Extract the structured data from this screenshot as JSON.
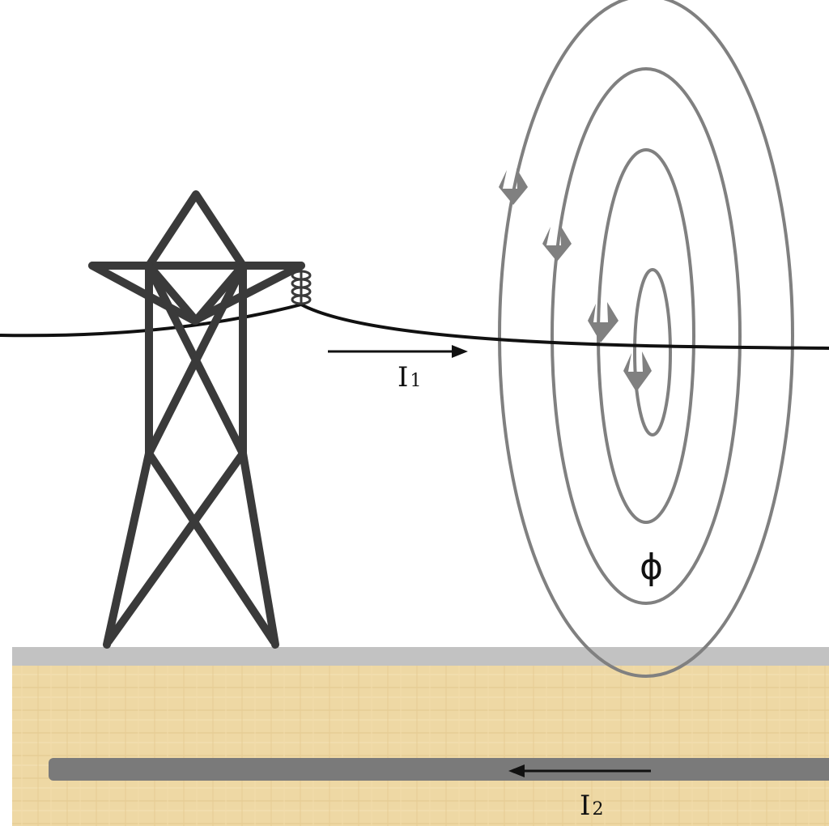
{
  "labels": {
    "current_overhead": {
      "main": "I",
      "sub": "1"
    },
    "current_underground": {
      "main": "I",
      "sub": "2"
    },
    "flux": "ϕ"
  },
  "icons": {
    "tower": "transmission-tower-icon",
    "insulator": "insulator-icon"
  },
  "colors": {
    "tower": "#3a3a3a",
    "wire": "#111111",
    "flux": "#808080",
    "ground_surface": "#c2c2c2",
    "soil": "#eed8a4",
    "pipe": "#7a7a7a"
  }
}
